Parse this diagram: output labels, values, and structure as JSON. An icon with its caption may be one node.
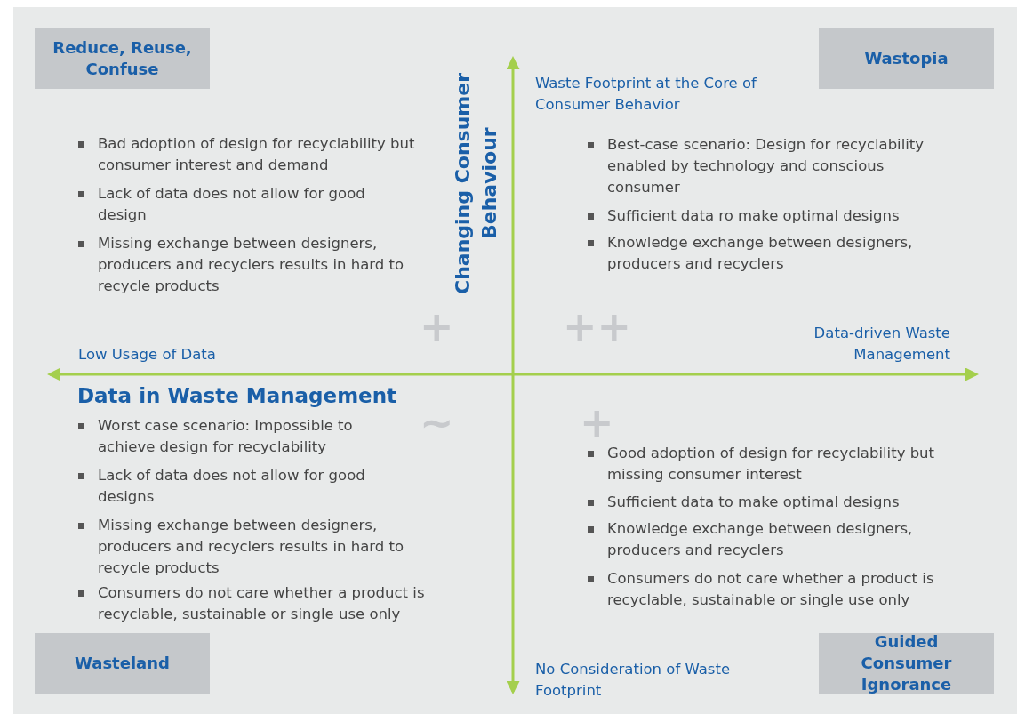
{
  "diagram": {
    "title": "Data in Waste Management",
    "nodes": [
      {
        "text": [
          "Reduce, Reuse, Confuse"
        ]
      },
      {
        "text": [
          "Wastopia"
        ]
      },
      {
        "text": [
          "Wasteland"
        ]
      },
      {
        "text": [
          "Guided Consumer Ignorance"
        ]
      }
    ],
    "edges": [],
    "labels": [
      "Changing Consumer Behaviour",
      "Waste Footprint at the Core of Consumer Behavior",
      "Bad adoption of design for recyclability but consumer interest and demand",
      "Lack of data does not allow for good design",
      "Missing exchange between designers, producers and recyclers results in hard to recycle products",
      "Best-case scenario: Design for recyclability enabled by technology and conscious consumer",
      "Sufficient data ro make optimal designs",
      "Knowledge exchange between designers, producers and recyclers",
      "+",
      "++",
      "Data-driven Waste Management",
      "Low Usage of Data",
      "~",
      "Worst case scenario: Impossible to achieve design for recyclability",
      "Lack of data does not allow for good designs",
      "Missing exchange between designers, producers and recyclers results in hard to recycle products",
      "Consumers do not care whether a product is recyclable, sustainable or single use only",
      "+",
      "Good adoption of design for recyclability but missing consumer interest",
      "Sufficient data to make optimal designs",
      "Knowledge exchange between designers, producers and recyclers",
      "Consumers do not care whether a product is recyclable, sustainable or single use only",
      "No Consideration of Waste Footprint"
    ]
  }
}
